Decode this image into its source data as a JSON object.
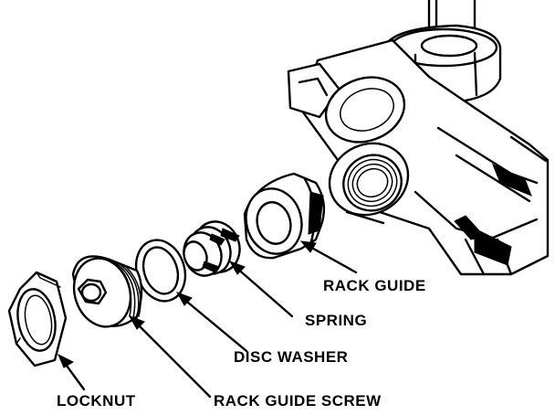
{
  "labels": {
    "rack_guide": "RACK GUIDE",
    "spring": "SPRING",
    "disc_washer": "DISC WASHER",
    "locknut": "LOCKNUT",
    "rack_guide_screw": "RACK GUIDE SCREW"
  },
  "colors": {
    "ink": "#000000",
    "paper": "#ffffff"
  }
}
